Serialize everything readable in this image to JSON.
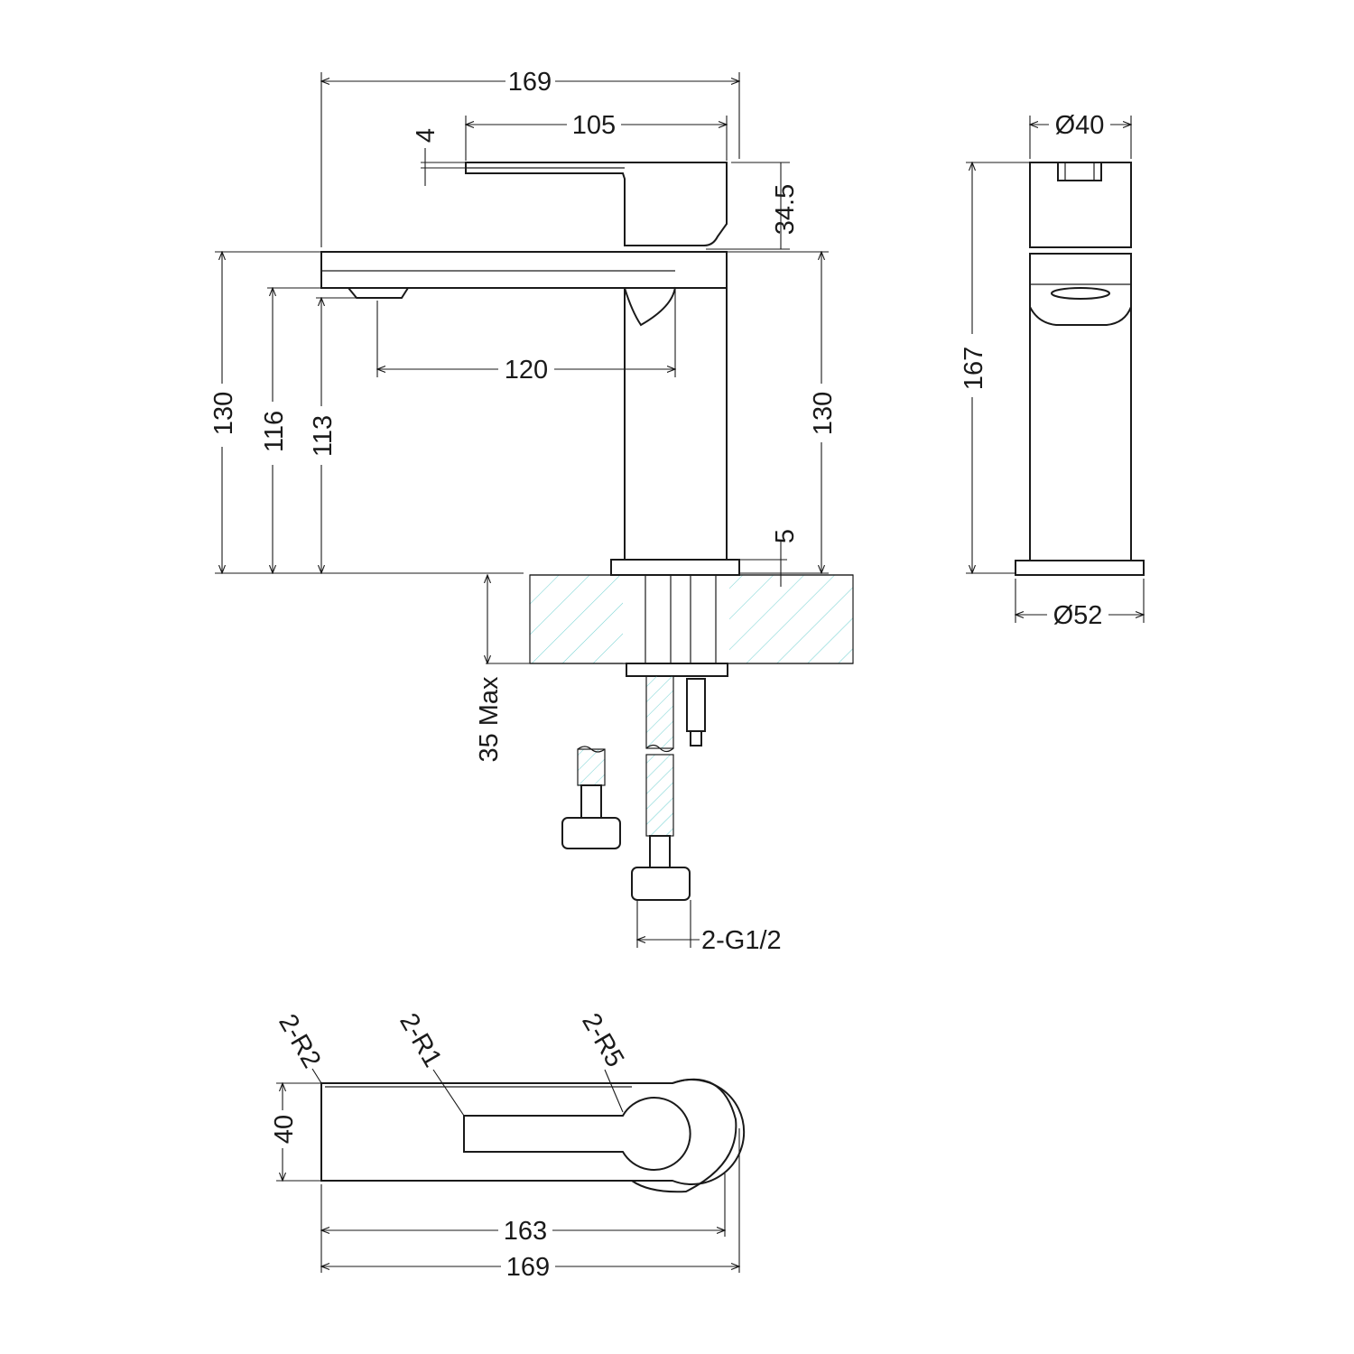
{
  "front_view": {
    "overall_width": "169",
    "lever_length": "105",
    "lever_thickness": "4",
    "lever_height": "34.5",
    "spout_reach": "120",
    "height_left": "130",
    "spout_height_116": "116",
    "outlet_height_113": "113",
    "height_right": "130",
    "base_plate": "5",
    "deck_thickness": "35 Max",
    "inlet_thread": "2-G1/2"
  },
  "side_view": {
    "body_diameter": "Ø40",
    "total_height": "167",
    "base_diameter": "Ø52"
  },
  "plan_view": {
    "corner_radius_outer": "2-R2",
    "corner_radius_lever": "2-R1",
    "corner_radius_handle": "2-R5",
    "width": "40",
    "inner_length": "163",
    "overall_length": "169"
  },
  "colors": {
    "line": "#1a1a1a",
    "hatch": "#7ad3d3"
  }
}
